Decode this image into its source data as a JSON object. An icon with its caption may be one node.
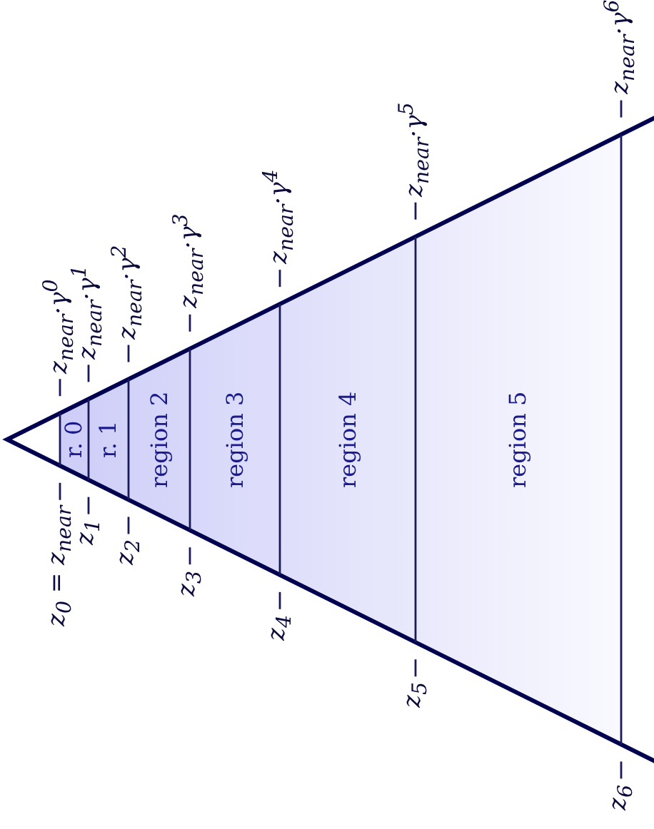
{
  "diagram": {
    "nodes": [
      {
        "text": [
          "r. 0"
        ]
      },
      {
        "text": [
          "r. 1"
        ]
      },
      {
        "text": [
          "region 2"
        ]
      },
      {
        "text": [
          "region 3"
        ]
      },
      {
        "text": [
          "region 4"
        ]
      },
      {
        "text": [
          "region 5"
        ]
      }
    ],
    "labels": [
      "z$_{0}$ = z$_{near}$",
      "z$_{1}$",
      "z$_{2}$",
      "z$_{3}$",
      "z$_{4}$",
      "z$_{5}$",
      "z$_{6}$",
      "z$_{near}$·γ$^{0}$",
      "z$_{near}$·γ$^{1}$",
      "z$_{near}$·γ$^{2}$",
      "z$_{near}$·γ$^{3}$",
      "z$_{near}$·γ$^{4}$",
      "z$_{near}$·γ$^{5}$",
      "z$_{near}$·γ$^{6}$"
    ]
  }
}
